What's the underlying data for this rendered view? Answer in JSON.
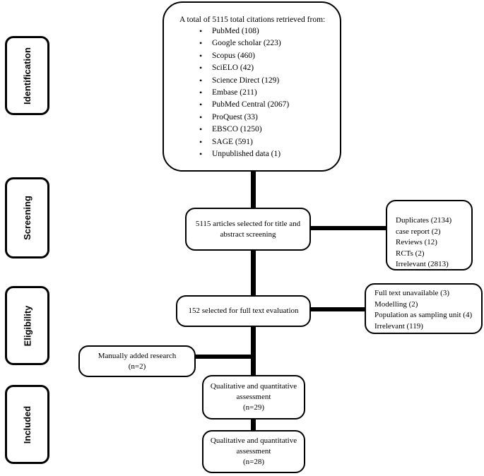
{
  "stages": {
    "identification": "Identification",
    "screening": "Screening",
    "eligibility": "Eligibility",
    "included": "Included"
  },
  "identification": {
    "title": "A total of 5115 total citations retrieved from:",
    "sources": [
      "PubMed (108)",
      "Google scholar (223)",
      "Scopus (460)",
      "SciELO (42)",
      "Science Direct (129)",
      "Embase (211)",
      "PubMed Central (2067)",
      "ProQuest (33)",
      "EBSCO (1250)",
      "SAGE (591)",
      "Unpublished data (1)"
    ]
  },
  "screening": {
    "line1": "5115 articles selected for title and",
    "line2": "abstract screening"
  },
  "screening_excluded": [
    "Duplicates (2134)",
    "case report (2)",
    "Reviews (12)",
    "RCTs (2)",
    "Irrelevant (2813)"
  ],
  "eligibility": {
    "text": "152 selected for full text evaluation"
  },
  "eligibility_excluded": [
    "Full text unavailable (3)",
    "Modelling (2)",
    "Population as sampling unit (4)",
    "Irrelevant (119)"
  ],
  "manual": {
    "line1": "Manually added research",
    "line2": "(n=2)"
  },
  "included1": {
    "line1": "Qualitative and quantitative",
    "line2": "assessment",
    "line3": "(n=29)"
  },
  "included2": {
    "line1": "Qualitative and quantitative",
    "line2": "assessment",
    "line3": "(n=28)"
  }
}
